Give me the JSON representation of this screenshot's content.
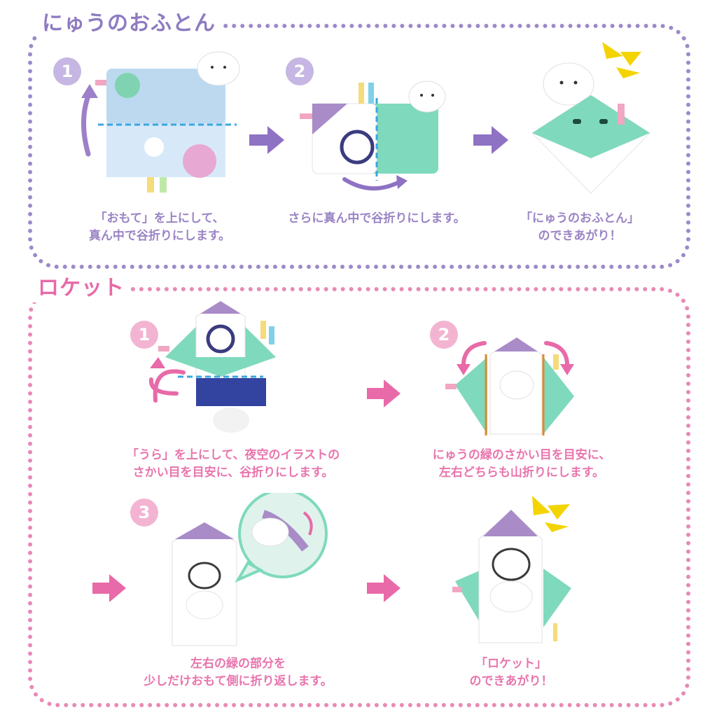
{
  "futon": {
    "title": "にゅうのおふとん",
    "steps": [
      {
        "num": "1",
        "line1": "「おもて」を上にして、",
        "line2": "真ん中で谷折りにします。"
      },
      {
        "num": "2",
        "line1": "さらに真ん中で谷折りにします。",
        "line2": ""
      },
      {
        "num": "",
        "line1": "「にゅうのおふとん」",
        "line2": "のできあがり！"
      }
    ]
  },
  "rocket": {
    "title": "ロケット",
    "steps": [
      {
        "num": "1",
        "line1": "「うら」を上にして、夜空のイラストの",
        "line2": "さかい目を目安に、谷折りにします。"
      },
      {
        "num": "2",
        "line1": "にゅうの緑のさかい目を目安に、",
        "line2": "左右どちらも山折りにします。"
      },
      {
        "num": "3",
        "line1": "左右の緑の部分を",
        "line2": "少しだけおもて側に折り返します。"
      },
      {
        "num": "",
        "line1": "「ロケット」",
        "line2": "のできあがり！"
      }
    ]
  },
  "colors": {
    "purple_accent": "#9d8ac9",
    "pink_accent": "#e86aa8",
    "mint": "#7fd9bd",
    "lavender": "#a98bc8",
    "yellow_burst": "#f4d400"
  }
}
